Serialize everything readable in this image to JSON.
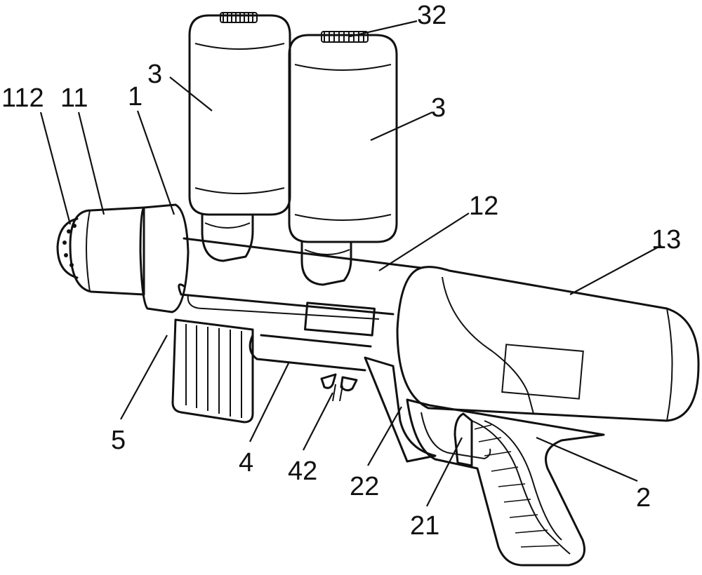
{
  "labels": {
    "l112": "112",
    "l11": "11",
    "l1": "1",
    "l3a": "3",
    "l32": "32",
    "l3b": "3",
    "l12": "12",
    "l13": "13",
    "l5": "5",
    "l4": "4",
    "l42": "42",
    "l22": "22",
    "l21": "21",
    "l2": "2"
  }
}
